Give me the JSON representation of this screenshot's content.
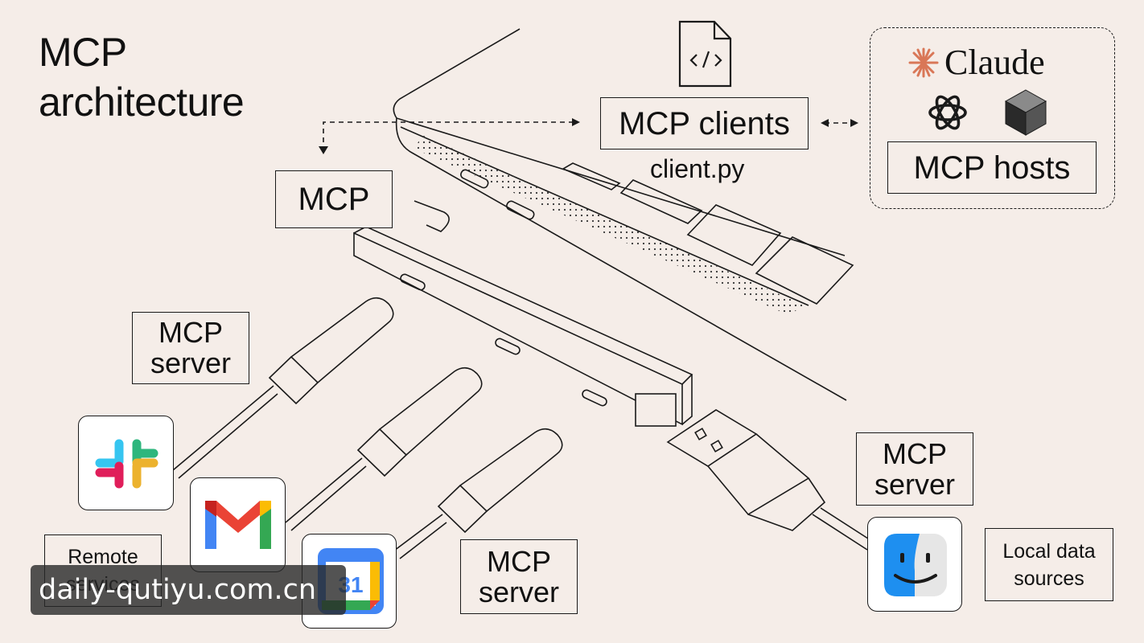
{
  "title": {
    "line1": "MCP",
    "line2": "architecture"
  },
  "labels": {
    "mcp_clients": "MCP clients",
    "client_file": "client.py",
    "mcp": "MCP",
    "mcp_hosts": "MCP hosts",
    "claude": "Claude",
    "server_left": [
      "MCP",
      "server"
    ],
    "server_bottom": [
      "MCP",
      "server"
    ],
    "server_right": [
      "MCP",
      "server"
    ],
    "remote_services": [
      "Remote",
      "services"
    ],
    "local_data_sources": [
      "Local data",
      "sources"
    ]
  },
  "icons": [
    "code-file-icon",
    "claude-starburst-icon",
    "openai-logo-icon",
    "prism-logo-icon",
    "slack-icon",
    "gmail-icon",
    "google-calendar-icon",
    "finder-icon"
  ],
  "calendar_day": "31",
  "watermark": "daily-qutiyu.com.cn",
  "colors": {
    "background": "#f5ede8",
    "line": "#1a1a1a",
    "claude_orange": "#d97757",
    "watermark_bg": "#2b2b2b"
  }
}
